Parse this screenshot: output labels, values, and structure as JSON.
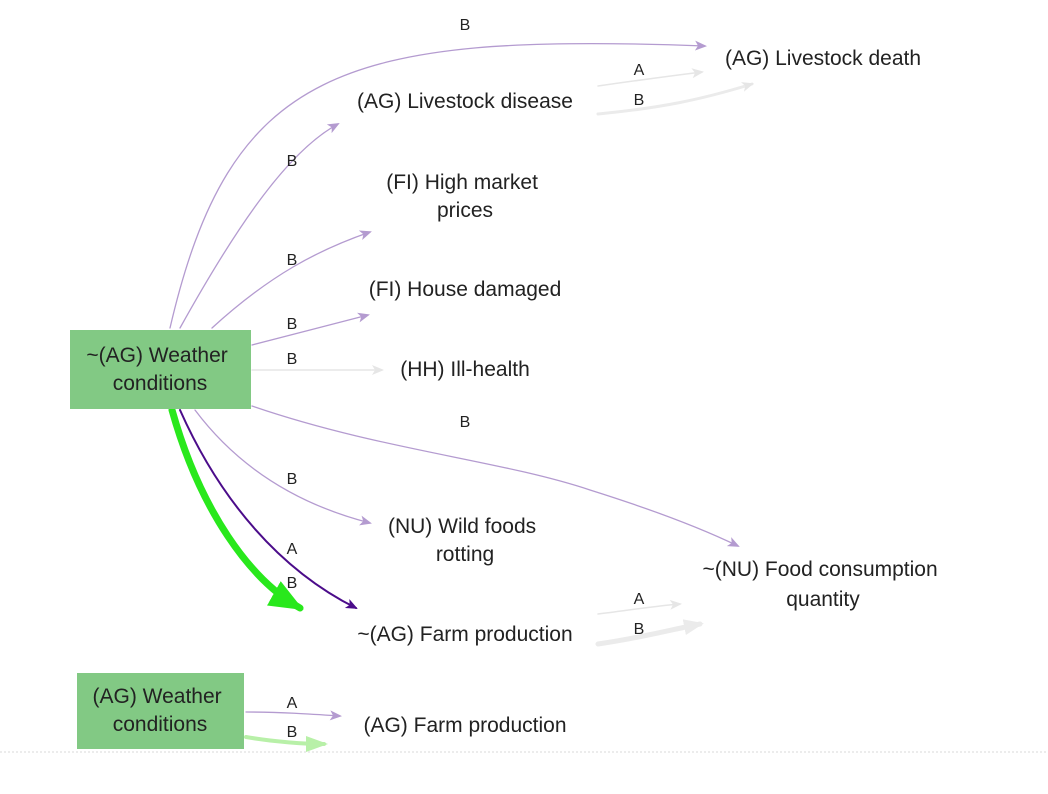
{
  "colors": {
    "source_fill": "#82c984",
    "edge_b": "#b49bd0",
    "edge_a_strong": "#4b0c8a",
    "edge_faint": "#ebebeb",
    "edge_green_strong": "#29e81c",
    "edge_green_light": "#b8f0a8"
  },
  "nodes": {
    "weather_neg": {
      "lines": [
        "~(AG) Weather",
        "conditions"
      ]
    },
    "weather_pos": {
      "lines": [
        "(AG) Weather",
        "conditions"
      ]
    },
    "livestock_death": {
      "lines": [
        "(AG) Livestock death"
      ]
    },
    "livestock_disease": {
      "lines": [
        "(AG) Livestock disease"
      ]
    },
    "market_prices": {
      "lines": [
        "(FI) High market",
        "prices"
      ]
    },
    "house_damaged": {
      "lines": [
        "(FI) House damaged"
      ]
    },
    "ill_health": {
      "lines": [
        "(HH) Ill-health"
      ]
    },
    "wild_foods": {
      "lines": [
        "(NU) Wild foods",
        "rotting"
      ]
    },
    "food_consumption": {
      "lines": [
        "~(NU) Food consumption",
        "quantity"
      ]
    },
    "farm_production_neg": {
      "lines": [
        "~(AG) Farm production"
      ]
    },
    "farm_production_pos": {
      "lines": [
        "(AG) Farm production"
      ]
    }
  },
  "edge_labels": {
    "weather_to_death": "B",
    "weather_to_disease": "B",
    "weather_to_prices": "B",
    "weather_to_house": "B",
    "weather_to_illhealth": "B",
    "weather_to_consumption": "B",
    "weather_to_wildfoods": "B",
    "weather_to_farm_a": "A",
    "weather_to_farm_b": "B",
    "disease_to_death_a": "A",
    "disease_to_death_b": "B",
    "farm_to_consumption_a": "A",
    "farm_to_consumption_b": "B",
    "weather_pos_to_farm_a": "A",
    "weather_pos_to_farm_b": "B"
  }
}
